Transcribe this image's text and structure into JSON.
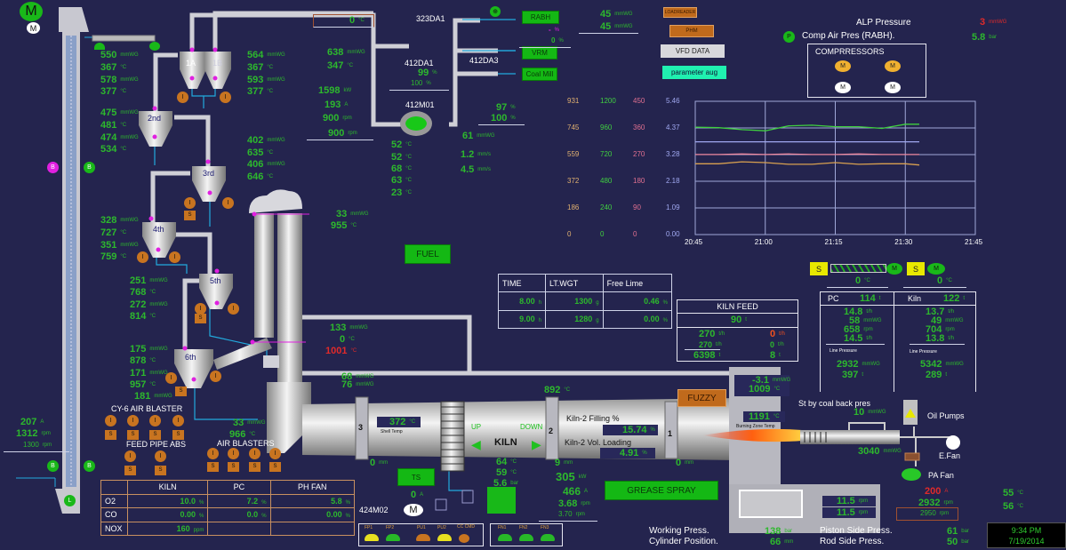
{
  "equip": {
    "m_big": "M",
    "m_small": "M",
    "da323": "323DA1",
    "da412_1": "412DA1",
    "da412_3": "412DA3",
    "m412": "412M01",
    "c1a": "1A",
    "c1b": "1B",
    "c2": "2nd",
    "c3": "3rd",
    "c4": "4th",
    "c5": "5th",
    "c6": "6th",
    "rabh": "RABH",
    "vrm": "VRM",
    "coal": "Coal Mill",
    "fuel": "FUEL",
    "kiln": "KILN",
    "up": "UP",
    "down": "DOWN",
    "t3": "3",
    "t2": "2",
    "t1": "1",
    "shell": "Shell Temp",
    "fill": "Kiln-2 Filling %",
    "vol": "Kiln-2 Vol. Loading",
    "fuzzy": "FUZZY",
    "burn": "Burning Zone Temp",
    "stby": "St by coal back pres",
    "oil": "Oil Pumps",
    "efan": "E.Fan",
    "pafan": "PA Fan",
    "ts": "TS",
    "m424": "424M02",
    "grease": "GREASE SPRAY",
    "cy6": "CY-6 AIR BLASTER",
    "fpa": "FEED PIPE ABS",
    "ab": "AIR BLASTERS",
    "ind_b": "B",
    "ind_l": "L",
    "ind_p": "P",
    "ind_i": "I",
    "ind_s": "S"
  },
  "topbtns": {
    "b1": "LOADREADER",
    "b2": "PHM",
    "b3": "VFD DATA",
    "b4": "parameter aug"
  },
  "alp": {
    "label": "ALP Pressure",
    "comp": "Comp Air Pres (RABH).",
    "compressors": "COMPRRESSORS"
  },
  "r": {
    "a1": {
      "v": "550",
      "u": "mmWG"
    },
    "a2": {
      "v": "367",
      "u": "°C"
    },
    "a3": {
      "v": "578",
      "u": "mmWG"
    },
    "a4": {
      "v": "377",
      "u": "°C"
    },
    "b1": {
      "v": "475",
      "u": "mmWG"
    },
    "b2": {
      "v": "481",
      "u": "°C"
    },
    "b3": {
      "v": "474",
      "u": "mmWG"
    },
    "b4": {
      "v": "534",
      "u": "°C"
    },
    "c1": {
      "v": "564",
      "u": "mmWG"
    },
    "c2": {
      "v": "367",
      "u": "°C"
    },
    "c3": {
      "v": "593",
      "u": "mmWG"
    },
    "c4": {
      "v": "377",
      "u": "°C"
    },
    "d1": {
      "v": "402",
      "u": "mmWG"
    },
    "d2": {
      "v": "635",
      "u": "°C"
    },
    "d3": {
      "v": "406",
      "u": "mmWG"
    },
    "d4": {
      "v": "646",
      "u": "°C"
    },
    "e1": {
      "v": "638",
      "u": "mmWG"
    },
    "e2": {
      "v": "347",
      "u": "°C"
    },
    "f1": {
      "v": "1598",
      "u": "kW"
    },
    "f2": {
      "v": "193",
      "u": "A"
    },
    "f3": {
      "v": "900",
      "u": "rpm"
    },
    "f4": {
      "v": "900",
      "u": "rpm"
    },
    "g0": {
      "v": "0",
      "u": "°C"
    },
    "h1": {
      "v": "99",
      "u": "%"
    },
    "h2": {
      "v": "100",
      "u": "%"
    },
    "i1": {
      "v": "52",
      "u": "°C"
    },
    "i2": {
      "v": "52",
      "u": "°C"
    },
    "i3": {
      "v": "68",
      "u": "°C"
    },
    "i4": {
      "v": "63",
      "u": "°C"
    },
    "i5": {
      "v": "23",
      "u": "°C"
    },
    "j1": {
      "v": "61",
      "u": "mmWG"
    },
    "j2": {
      "v": "1.2",
      "u": "mm/s"
    },
    "j3": {
      "v": "4.5",
      "u": "mm/s"
    },
    "k1": {
      "v": "97",
      "u": "%"
    },
    "k2": {
      "v": "100",
      "u": "%"
    },
    "l1": {
      "v": "45",
      "u": "mmWG"
    },
    "l2": {
      "v": "45",
      "u": "mmWG"
    },
    "l3": {
      "v": "-",
      "u": "%"
    },
    "l4": {
      "v": "0",
      "u": "%"
    },
    "alp": {
      "v": "3",
      "u": "mmWG"
    },
    "comp": {
      "v": "5.8",
      "u": "bar"
    },
    "m1": {
      "v": "328",
      "u": "mmWG"
    },
    "m2": {
      "v": "727",
      "u": "°C"
    },
    "m3": {
      "v": "351",
      "u": "mmWG"
    },
    "m4": {
      "v": "759",
      "u": "°C"
    },
    "n1": {
      "v": "251",
      "u": "mmWG"
    },
    "n2": {
      "v": "768",
      "u": "°C"
    },
    "n3": {
      "v": "272",
      "u": "mmWG"
    },
    "n4": {
      "v": "814",
      "u": "°C"
    },
    "o1": {
      "v": "175",
      "u": "mmWG"
    },
    "o2": {
      "v": "878",
      "u": "°C"
    },
    "o3": {
      "v": "171",
      "u": "mmWG"
    },
    "o4": {
      "v": "957",
      "u": "°C"
    },
    "o5": {
      "v": "181",
      "u": "mmWG"
    },
    "p1": {
      "v": "33",
      "u": "mmWG"
    },
    "p2": {
      "v": "955",
      "u": "°C"
    },
    "q1": {
      "v": "133",
      "u": "mmWG"
    },
    "q2": {
      "v": "0",
      "u": "°C"
    },
    "q3": {
      "v": "1001",
      "u": "°C"
    },
    "s1": {
      "v": "68",
      "u": "mmWG"
    },
    "s2": {
      "v": "76",
      "u": "mmWG"
    },
    "t1": {
      "v": "207",
      "u": "A"
    },
    "t2": {
      "v": "1312",
      "u": "rpm"
    },
    "t3": {
      "v": "1300",
      "u": "rpm"
    },
    "u1": {
      "v": "33",
      "u": "mmWG"
    },
    "u2": {
      "v": "966",
      "u": "°C"
    },
    "kt": {
      "v": "892",
      "u": "°C"
    },
    "shell": {
      "v": "372",
      "u": "°C"
    },
    "fill": {
      "v": "15.74",
      "u": "%"
    },
    "vol": {
      "v": "4.91",
      "u": "%"
    },
    "mm3": {
      "v": "0",
      "u": "mm"
    },
    "mm2": {
      "v": "9",
      "u": "mm"
    },
    "mm1": {
      "v": "0",
      "u": "mm"
    },
    "w1": {
      "v": "64",
      "u": "°C"
    },
    "w2": {
      "v": "59",
      "u": "°C"
    },
    "w3": {
      "v": "5.6",
      "u": "bar"
    },
    "x1": {
      "v": "305",
      "u": "kW"
    },
    "x2": {
      "v": "466",
      "u": "A"
    },
    "x3": {
      "v": "3.68",
      "u": "rpm"
    },
    "x4": {
      "v": "3.70",
      "u": "rpm"
    },
    "ts": {
      "v": "0",
      "u": "A"
    },
    "hood1": {
      "v": "-3.1",
      "u": "mmWG"
    },
    "hood2": {
      "v": "1009",
      "u": "°C"
    },
    "bz": {
      "v": "1191",
      "u": "°C"
    },
    "stby": {
      "v": "10",
      "u": "mmWG"
    },
    "burner": {
      "v": "3040",
      "u": "mmWG"
    },
    "y1": {
      "v": "200",
      "u": "A"
    },
    "y2": {
      "v": "2932",
      "u": "rpm"
    },
    "y3": {
      "v": "2950",
      "u": "rpm"
    },
    "z1": {
      "v": "55",
      "u": "°C"
    },
    "z2": {
      "v": "56",
      "u": "°C"
    },
    "gr1": {
      "v": "11.5",
      "u": "rpm"
    },
    "gr2": {
      "v": "11.5",
      "u": "rpm"
    },
    "wp": {
      "v": "138",
      "u": "bar"
    },
    "cp": {
      "v": "66",
      "u": "mm"
    },
    "ps": {
      "v": "61",
      "u": "bar"
    },
    "rs": {
      "v": "50",
      "u": "bar"
    },
    "sc1": {
      "v": "0",
      "u": "°C"
    },
    "sc2": {
      "v": "0",
      "u": "°C"
    }
  },
  "press_labels": {
    "wp": "Working Press.",
    "cp": "Cylinder Position.",
    "ps": "Piston Side Press.",
    "rs": "Rod Side Press."
  },
  "lime": {
    "headers": [
      "TIME",
      "LT.WGT",
      "Free Lime"
    ],
    "rows": [
      [
        {
          "v": "8.00",
          "u": "h"
        },
        {
          "v": "1300",
          "u": "g"
        },
        {
          "v": "0.46",
          "u": "%"
        }
      ],
      [
        {
          "v": "9.00",
          "u": "h"
        },
        {
          "v": "1280",
          "u": "g"
        },
        {
          "v": "0.00",
          "u": "%"
        }
      ]
    ]
  },
  "kilnfeed": {
    "title": "KILN FEED",
    "total": {
      "v": "90",
      "u": "t"
    },
    "l1": {
      "v": "270",
      "u": "t/h"
    },
    "l2": {
      "v": "270",
      "u": "t/h"
    },
    "l3": {
      "v": "6398",
      "u": "t"
    },
    "r1": {
      "v": "0",
      "u": "t/h"
    },
    "r2": {
      "v": "0",
      "u": "t/h"
    },
    "r3": {
      "v": "8",
      "u": "t"
    }
  },
  "coal": {
    "pc": {
      "name": "PC",
      "bin": {
        "v": "114",
        "u": "t"
      },
      "vals": [
        {
          "v": "14.8",
          "u": "t/h"
        },
        {
          "v": "58",
          "u": "mmWG"
        },
        {
          "v": "658",
          "u": "rpm"
        },
        {
          "v": "14.5",
          "u": "t/h"
        }
      ],
      "lp": "Line Pressure",
      "p": {
        "v": "2932",
        "u": "mmWG"
      },
      "t": {
        "v": "397",
        "u": "t"
      }
    },
    "kiln": {
      "name": "Kiln",
      "bin": {
        "v": "122",
        "u": "t"
      },
      "vals": [
        {
          "v": "13.7",
          "u": "t/h"
        },
        {
          "v": "49",
          "u": "mmWG"
        },
        {
          "v": "704",
          "u": "rpm"
        },
        {
          "v": "13.8",
          "u": "t/h"
        }
      ],
      "lp": "Line Pressure",
      "p": {
        "v": "5342",
        "u": "mmWG"
      },
      "t": {
        "v": "289",
        "u": "t"
      }
    }
  },
  "gas": {
    "headers": [
      "",
      "KILN",
      "PC",
      "PH FAN"
    ],
    "rows": [
      [
        "O2",
        {
          "v": "10.0",
          "u": "%"
        },
        {
          "v": "7.2",
          "u": "%"
        },
        {
          "v": "5.8",
          "u": "%"
        }
      ],
      [
        "CO",
        {
          "v": "0.00",
          "u": "%"
        },
        {
          "v": "0.0",
          "u": "%"
        },
        {
          "v": "0.00",
          "u": "%"
        }
      ],
      [
        "NOX",
        {
          "v": "160",
          "u": "ppm"
        },
        {
          "v": "",
          "u": ""
        },
        {
          "v": "",
          "u": ""
        }
      ]
    ]
  },
  "lamps1": [
    "FP1",
    "FP2",
    "PU1",
    "PU2",
    "CC CMD"
  ],
  "lamps2": [
    "FN1",
    "FN2",
    "FN3"
  ],
  "clock": {
    "time": "9:34 PM",
    "date": "7/19/2014"
  },
  "colors": {
    "bg": "#24244e",
    "green": "#2db82d",
    "red": "#e02a2a",
    "orange": "#c87420"
  },
  "chart_data": {
    "type": "line",
    "axis_cols": [
      {
        "color": "#e0b070",
        "ticks": [
          "931",
          "745",
          "559",
          "372",
          "186",
          "0"
        ]
      },
      {
        "color": "#40d040",
        "ticks": [
          "1200",
          "960",
          "720",
          "480",
          "240",
          "0"
        ]
      },
      {
        "color": "#e07090",
        "ticks": [
          "450",
          "360",
          "270",
          "180",
          "90",
          "0"
        ]
      },
      {
        "color": "#a0a8f0",
        "ticks": [
          "5.46",
          "4.37",
          "3.28",
          "2.18",
          "1.09",
          "0.00"
        ]
      }
    ],
    "ylim": [
      0,
      5.46
    ],
    "xticks": [
      "20:45",
      "21:00",
      "21:15",
      "21:30",
      "21:45"
    ],
    "xlim_min": [
      0,
      60
    ],
    "x": [
      0,
      5,
      10,
      15,
      20,
      25,
      30,
      35,
      40,
      45,
      48
    ],
    "series": [
      {
        "name": "green",
        "color": "#3fd03f",
        "values": [
          4.4,
          4.38,
          4.3,
          4.25,
          4.45,
          4.48,
          4.42,
          4.42,
          4.35,
          4.52,
          4.52
        ]
      },
      {
        "name": "blue",
        "color": "#a0a8f0",
        "values": [
          3.8,
          3.8,
          3.8,
          3.8,
          3.8,
          3.8,
          3.8,
          3.8,
          3.8,
          3.8,
          3.8
        ]
      },
      {
        "name": "pink",
        "color": "#f08aa0",
        "values": [
          3.28,
          3.28,
          3.3,
          3.28,
          3.3,
          3.28,
          3.28,
          3.3,
          3.28,
          3.28,
          3.28
        ]
      },
      {
        "name": "orange",
        "color": "#d8a050",
        "values": [
          2.9,
          2.9,
          2.98,
          2.95,
          2.88,
          2.88,
          2.95,
          2.88,
          2.9,
          2.9,
          2.85
        ]
      }
    ]
  }
}
